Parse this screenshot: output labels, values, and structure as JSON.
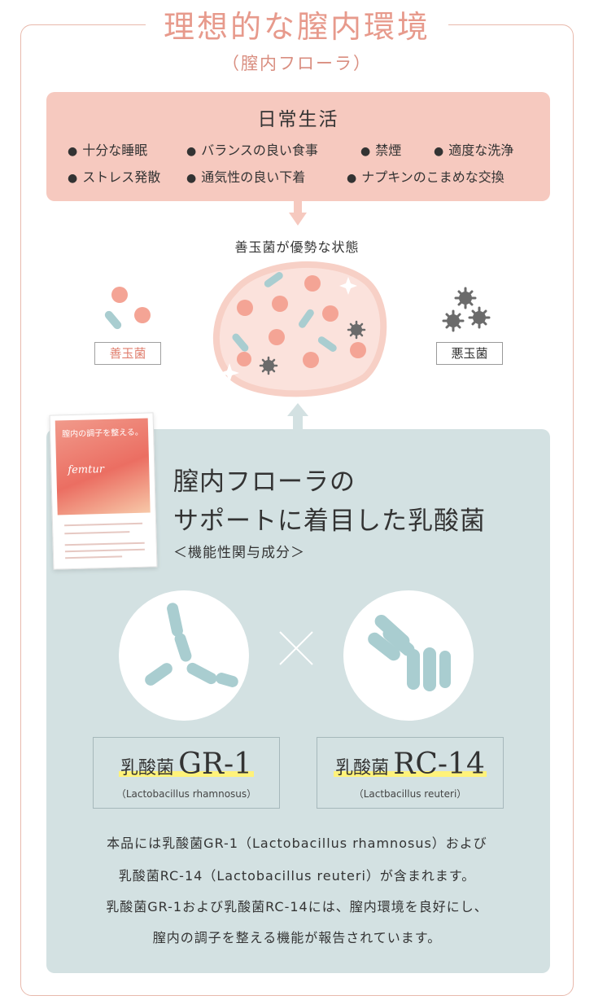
{
  "title": "理想的な膣内環境",
  "subtitle": "（膣内フローラ）",
  "daily_life": {
    "title": "日常生活",
    "items": [
      "十分な睡眠",
      "バランスの良い食事",
      "禁煙",
      "適度な洗浄",
      "ストレス発散",
      "通気性の良い下着",
      "ナプキンのこまめな交換"
    ]
  },
  "status_label": "善玉菌が優勢な状態",
  "legend": {
    "good": "善玉菌",
    "bad": "悪玉菌"
  },
  "colors": {
    "good_bacteria": "#f4a495",
    "rod_bacteria": "#a9cdd0",
    "bad_bacteria": "#6b6b6b",
    "accent": "#e79a8c"
  },
  "product": {
    "headline": "膣内の調子を整える。",
    "brand": "femtur"
  },
  "panel": {
    "heading_line1": "膣内フローラの",
    "heading_line2": "サポートに着目した乳酸菌",
    "subheading": "＜機能性関与成分＞"
  },
  "strains": [
    {
      "jp": "乳酸菌",
      "code": "GR-1",
      "latin": "（Lactobacillus rhamnosus）"
    },
    {
      "jp": "乳酸菌",
      "code": "RC-14",
      "latin": "（Lactbacillus reuteri）"
    }
  ],
  "description": [
    "本品には乳酸菌GR-1（Lactobacillus rhamnosus）および",
    "乳酸菌RC-14（Lactobacillus reuteri）が含まれます。",
    "乳酸菌GR-1および乳酸菌RC-14には、膣内環境を良好にし、",
    "膣内の調子を整える機能が報告されています。"
  ]
}
